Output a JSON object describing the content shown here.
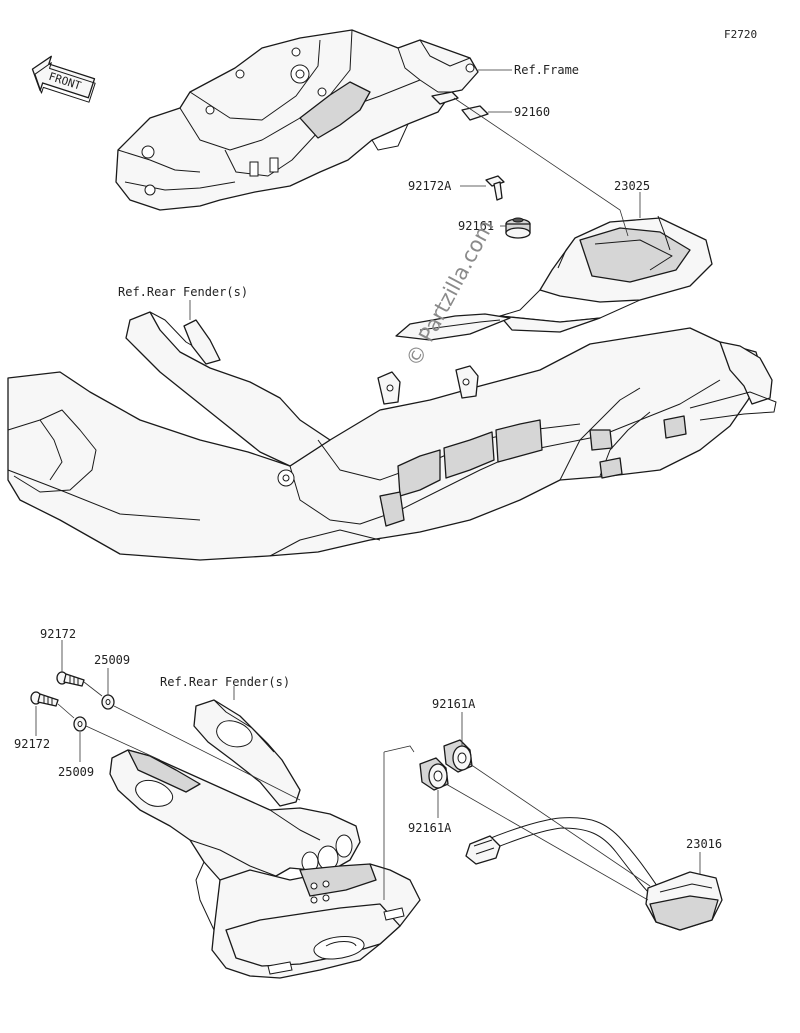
{
  "diagram_code": "F2720",
  "front_label": "FRONT",
  "watermark": "© Partzilla.com",
  "labels": {
    "ref_frame": "Ref.Frame",
    "p92160": "92160",
    "p92172a": "92172A",
    "p92161": "92161",
    "p23025": "23025",
    "ref_rear_fender_top": "Ref.Rear Fender(s)",
    "p92172_top": "92172",
    "p25009_top": "25009",
    "ref_rear_fender_bottom": "Ref.Rear Fender(s)",
    "p92172_bottom": "92172",
    "p25009_bottom": "25009",
    "p92161a_top": "92161A",
    "p92161a_bottom": "92161A",
    "p23016": "23016"
  }
}
